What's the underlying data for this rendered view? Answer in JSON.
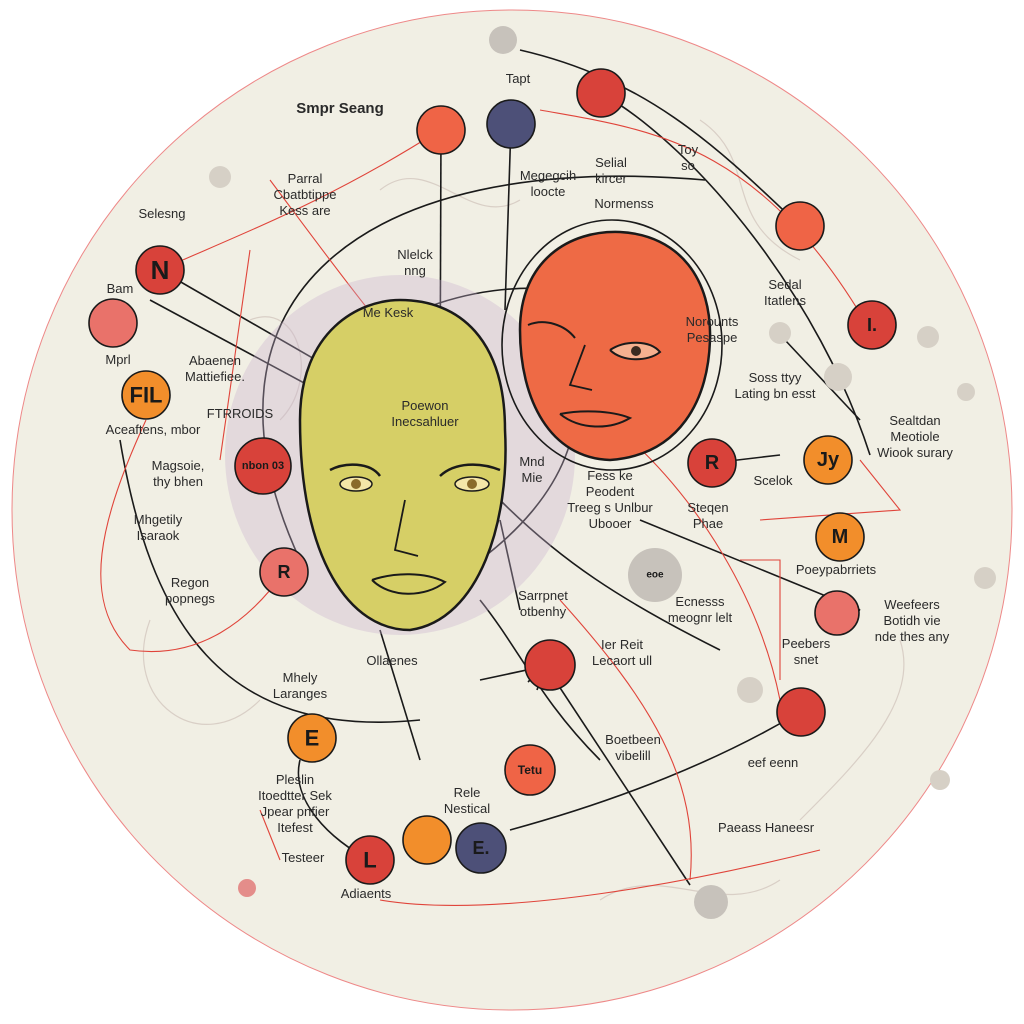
{
  "colors": {
    "background_disc": "#f1efe4",
    "ink": "#1a1a1a",
    "red_line": "#e0443a",
    "red": "#d8423a",
    "orange_red": "#ef6446",
    "salmon": "#e9726a",
    "orange": "#f28e2b",
    "navy": "#4d5078",
    "gray": "#c7c2bb",
    "yellow_face": "#d9cf62",
    "red_face": "#ee6a45",
    "purple_haze": "#c9b3cf"
  },
  "labels": [
    {
      "lines": [
        "Tapt"
      ]
    },
    {
      "lines": [
        "Smpr Seang"
      ],
      "bold": true
    },
    {
      "lines": [
        "Parral",
        "Cbatbtippe",
        "Kess are"
      ]
    },
    {
      "lines": [
        "Selesng"
      ]
    },
    {
      "lines": [
        "Megegcih",
        "loocte"
      ]
    },
    {
      "lines": [
        "Selial",
        "kircer"
      ]
    },
    {
      "lines": [
        "Toy",
        "so"
      ]
    },
    {
      "lines": [
        "Normenss"
      ]
    },
    {
      "lines": [
        "Nlelck",
        "nng"
      ]
    },
    {
      "lines": [
        "Bam"
      ]
    },
    {
      "lines": [
        "Sedal",
        "Itatlens"
      ]
    },
    {
      "lines": [
        "Me Kesk"
      ]
    },
    {
      "lines": [
        "Norounts",
        "Pesaspe"
      ]
    },
    {
      "lines": [
        "Mprl"
      ]
    },
    {
      "lines": [
        "Abaenen",
        "Mattiefiee."
      ]
    },
    {
      "lines": [
        "Soss ttyy",
        "Lating bn esst"
      ]
    },
    {
      "lines": [
        "Poewon",
        "Inecsahluer"
      ]
    },
    {
      "lines": [
        "FTRROIDS"
      ]
    },
    {
      "lines": [
        "Aceaftens, mbor"
      ]
    },
    {
      "lines": [
        "Sealtdan",
        "Meotiole",
        "Wiook      surary"
      ]
    },
    {
      "lines": [
        "Magsoie,",
        "thy bhen"
      ]
    },
    {
      "lines": [
        "Mnd",
        "Mie"
      ]
    },
    {
      "lines": [
        "Fess ke",
        "Peodent",
        "Treeg s Unlbur",
        "Ubooer"
      ]
    },
    {
      "lines": [
        "Scelok"
      ]
    },
    {
      "lines": [
        "Mhgetily",
        "Isaraok"
      ]
    },
    {
      "lines": [
        "Steqen",
        "Phae"
      ]
    },
    {
      "lines": [
        "Poeypabrriets"
      ]
    },
    {
      "lines": [
        "Regon",
        "popnegs"
      ]
    },
    {
      "lines": [
        "Sarrpnet",
        "otbenhy"
      ]
    },
    {
      "lines": [
        "Ecnesss",
        "meognr lelt"
      ]
    },
    {
      "lines": [
        "Weefeers",
        "Botidh vie",
        "nde thes any"
      ]
    },
    {
      "lines": [
        "Peebers",
        "snet"
      ]
    },
    {
      "lines": [
        "Ier Reit",
        "Lecaort ull"
      ]
    },
    {
      "lines": [
        "Ollaenes"
      ]
    },
    {
      "lines": [
        "Mhely",
        "Laranges"
      ]
    },
    {
      "lines": [
        "Boetbeen",
        "vibelill"
      ]
    },
    {
      "lines": [
        "eef eenn"
      ]
    },
    {
      "lines": [
        "Pleslin",
        "Itoedtter  Sek",
        "Jpear pnfier",
        "Itefest"
      ]
    },
    {
      "lines": [
        "Rele",
        "Nestical"
      ]
    },
    {
      "lines": [
        "Paeass Haneesr"
      ]
    },
    {
      "lines": [
        "Testeer"
      ]
    },
    {
      "lines": [
        "Adiaents"
      ]
    }
  ],
  "nodes": [
    {
      "letter": "N",
      "color": "red"
    },
    {
      "letter": "FIL",
      "color": "orange"
    },
    {
      "letter": "R",
      "color": "red"
    },
    {
      "letter": "Jy",
      "color": "orange"
    },
    {
      "letter": "M",
      "color": "orange"
    },
    {
      "letter": "I.",
      "color": "red"
    },
    {
      "letter": "E",
      "color": "orange"
    },
    {
      "letter": "L",
      "color": "red"
    },
    {
      "letter": "E.",
      "color": "navy"
    },
    {
      "letter": "nbon 03",
      "color": "red"
    },
    {
      "letter": "R",
      "color": "salmon"
    },
    {
      "letter": "Tetu",
      "color": "orange_red"
    },
    {
      "letter": "eoe",
      "color": "gray"
    },
    {
      "letter": "",
      "color": "orange_red"
    },
    {
      "letter": "",
      "color": "navy"
    },
    {
      "letter": "",
      "color": "red"
    },
    {
      "letter": "",
      "color": "orange_red"
    },
    {
      "letter": "",
      "color": "salmon"
    },
    {
      "letter": "",
      "color": "red"
    },
    {
      "letter": "",
      "color": "salmon"
    },
    {
      "letter": "",
      "color": "red"
    },
    {
      "letter": "",
      "color": "orange"
    },
    {
      "letter": "",
      "color": "gray"
    },
    {
      "letter": "",
      "color": "gray"
    }
  ]
}
